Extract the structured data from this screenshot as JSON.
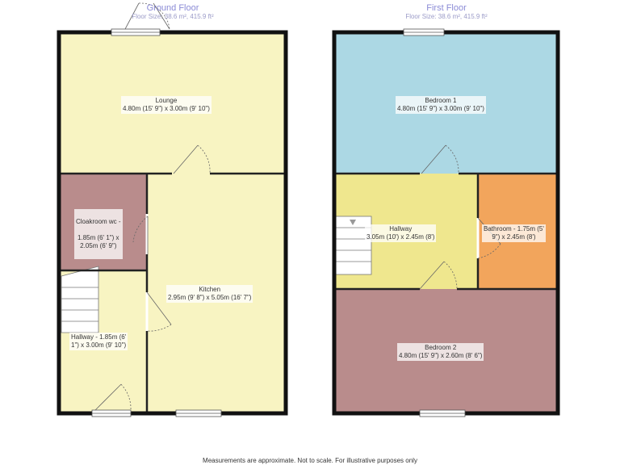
{
  "ground_floor": {
    "title": "Ground Floor",
    "size": "Floor Size: 38.6 m², 415.9 ft²",
    "rooms": [
      {
        "name": "Lounge",
        "dims": "4.80m (15' 9\") x 3.00m (9' 10\")",
        "color": "#f8f4c2"
      },
      {
        "name": "Cloakroom wc -",
        "dims": "1.85m (6' 1\") x\n2.05m (6' 9\")",
        "color": "#b98c8c"
      },
      {
        "name": "Kitchen",
        "dims": "2.95m (9' 8\") x 5.05m (16' 7\")",
        "color": "#f8f4c2"
      },
      {
        "name": "Hallway - 1.85m (6'",
        "dims": "1\") x 3.00m (9' 10\")",
        "color": "#f8f4c2"
      }
    ]
  },
  "first_floor": {
    "title": "First Floor",
    "size": "Floor Size: 38.6 m², 415.9 ft²",
    "rooms": [
      {
        "name": "Bedroom 1",
        "dims": "4.80m (15' 9\") x 3.00m (9' 10\")",
        "color": "#acd8e4"
      },
      {
        "name": "Hallway",
        "dims": "3.05m (10') x 2.45m (8')",
        "color": "#efe78e"
      },
      {
        "name": "Bathroom - 1.75m (5'",
        "dims": "9\") x 2.45m (8')",
        "color": "#f2a55c"
      },
      {
        "name": "Bedroom 2",
        "dims": "4.80m (15' 9\") x 2.60m (8' 6\")",
        "color": "#b98c8c"
      }
    ]
  },
  "footer": "Measurements are approximate. Not to scale. For illustrative purposes only"
}
